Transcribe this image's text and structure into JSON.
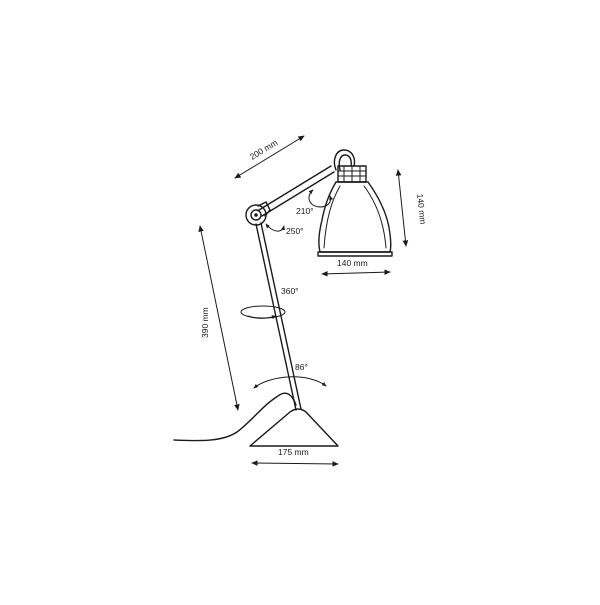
{
  "dimensions": {
    "arm_length": "200 mm",
    "shade_height": "140 mm",
    "shade_width": "140 mm",
    "total_height": "390 mm",
    "base_width": "175 mm"
  },
  "rotations": {
    "shade_tilt": "210°",
    "arm_joint": "250°",
    "stem_swivel": "360°",
    "base_tilt": "86°"
  },
  "colors": {
    "ink": "#1a1a1a",
    "background": "#ffffff"
  }
}
